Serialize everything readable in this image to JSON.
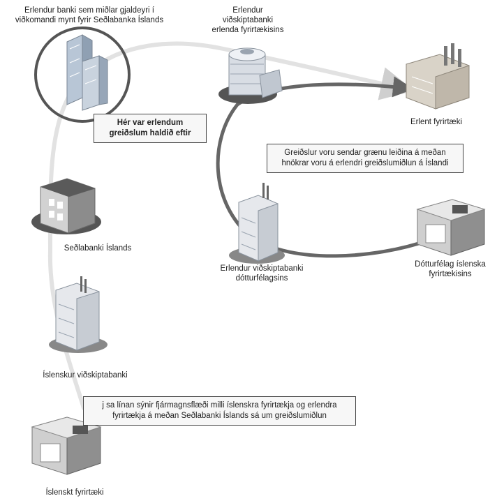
{
  "labels": {
    "foreign_bank_top": [
      "Erlendur banki sem miðlar gjaldeyri í",
      "viðkomandi mynt fyrir Seðlabanka Íslands"
    ],
    "foreign_commercial_bank_company": [
      "Erlendur",
      "viðskiptabanki",
      "erlenda fyrirtækisins"
    ],
    "foreign_company": [
      "Erlent fyrirtæki"
    ],
    "central_bank": [
      "Seðlabanki Íslands"
    ],
    "foreign_commercial_bank_subsidiary": [
      "Erlendur viðskiptabanki",
      "dótturfélagsins"
    ],
    "subsidiary": [
      "Dótturfélag íslenska",
      "fyrirtækisins"
    ],
    "icelandic_commercial_bank": [
      "Íslenskur viðskiptabanki"
    ],
    "icelandic_company": [
      "Íslenskt fyrirtæki"
    ]
  },
  "callouts": {
    "held": [
      "Hér var erlendum",
      "greiðslum haldið eftir"
    ],
    "green": [
      "Greiðslur voru sendar grænu leiðina á meðan",
      "hnökrar voru á erlendri greiðslumiðlun á Íslandi"
    ],
    "grey": [
      "j  sa línan sýnir fjármagnsflæði milli íslenskra fyrirtækja og erlendra",
      "fyrirtækja á meðan Seðlabanki Íslands sá um greiðslumiðlun"
    ]
  },
  "colors": {
    "grey_path": "#e3e3e3",
    "dark_path": "#666666",
    "circle": "#555555"
  }
}
